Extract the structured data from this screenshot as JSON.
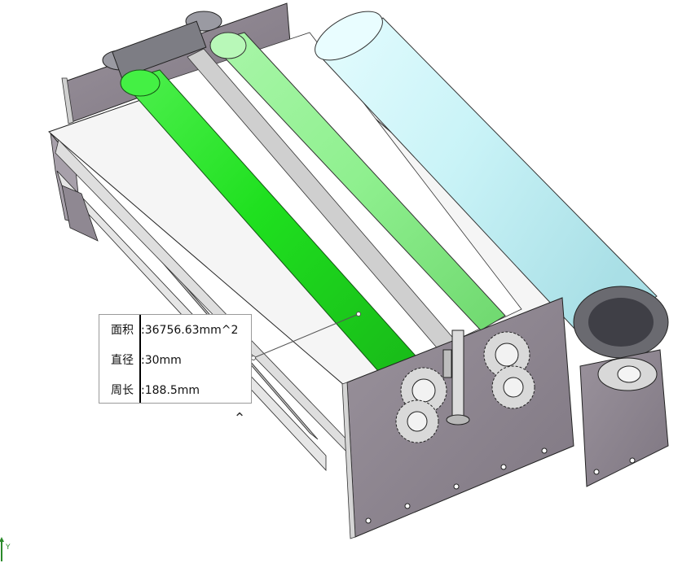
{
  "measure": {
    "area_label": "面积",
    "area_value": ":36756.63mm^2",
    "diameter_label": "直径",
    "diameter_value": ":30mm",
    "perimeter_label": "周长",
    "perimeter_value": ":188.5mm"
  },
  "triad": {
    "axis_label": "Y"
  },
  "colors": {
    "frame": "#8e8590",
    "roller_selected": "#22e622",
    "roller_light_green": "#8ef08e",
    "roller_cyan": "#c8f4f8",
    "sheet": "#f4f4f4",
    "gear": "#d8d8d8"
  },
  "icons": {
    "collapse": "chevron-up-icon",
    "triad": "view-triad-icon"
  }
}
